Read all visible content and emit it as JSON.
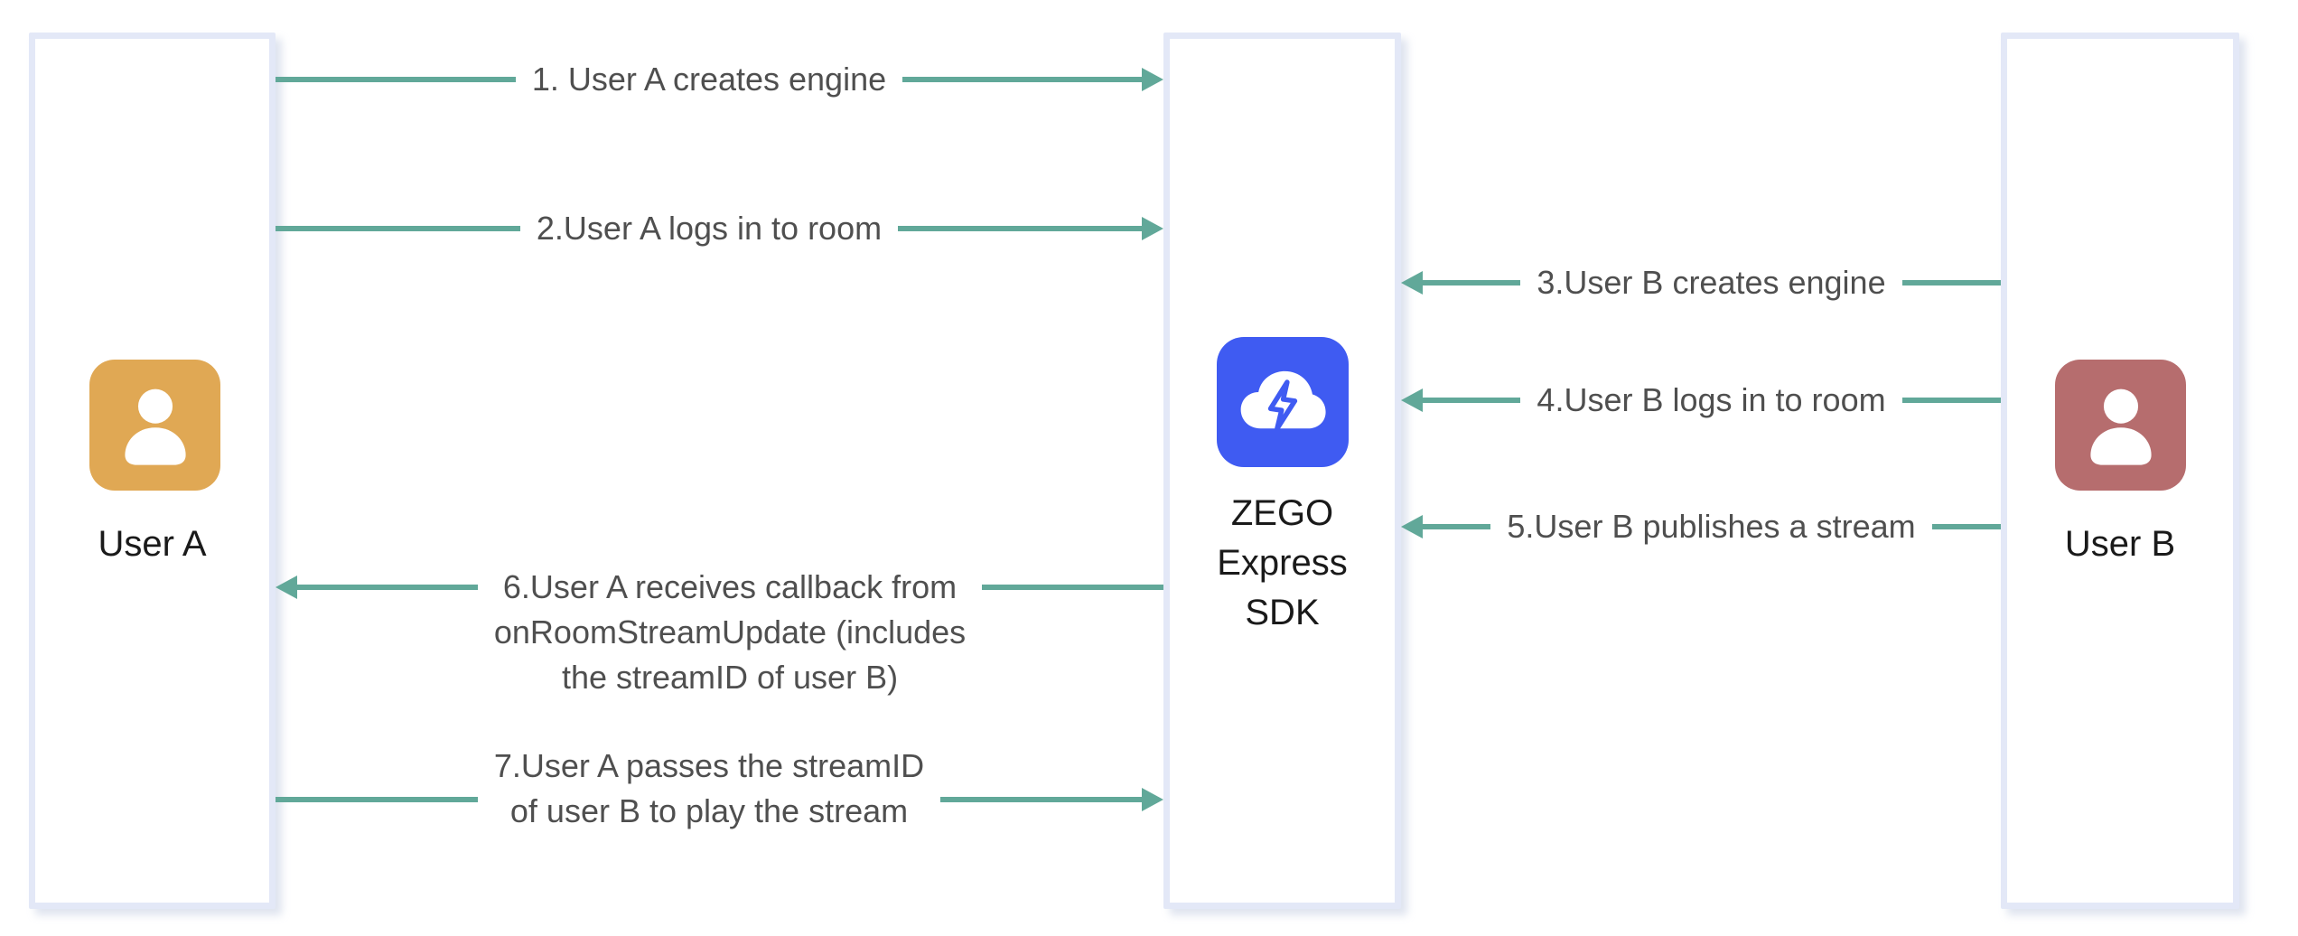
{
  "colors": {
    "arrow": "#61a899",
    "box_border": "#e3e8f7",
    "box_fill": "#ffffff",
    "message_text": "#4f4f4f",
    "actor_text": "#1a1a1a",
    "user_a_avatar_bg": "#e0a854",
    "user_b_avatar_bg": "#b66d6e",
    "sdk_icon_bg": "#3f5bf2",
    "icon_glyph": "#ffffff"
  },
  "actors": [
    {
      "id": "user-a",
      "label": "User A",
      "icon": "person-icon"
    },
    {
      "id": "zego-express-sdk",
      "label": "ZEGO Express SDK",
      "icon": "cloud-bolt-icon",
      "label_lines": [
        "ZEGO",
        "Express",
        "SDK"
      ]
    },
    {
      "id": "user-b",
      "label": "User B",
      "icon": "person-icon"
    }
  ],
  "messages": [
    {
      "num": 1,
      "from": "user-a",
      "to": "zego-express-sdk",
      "direction": "right",
      "lines": [
        "1. User A creates engine"
      ]
    },
    {
      "num": 2,
      "from": "user-a",
      "to": "zego-express-sdk",
      "direction": "right",
      "lines": [
        "2.User A logs in to room"
      ]
    },
    {
      "num": 3,
      "from": "user-b",
      "to": "zego-express-sdk",
      "direction": "left",
      "lines": [
        "3.User B creates engine"
      ]
    },
    {
      "num": 4,
      "from": "user-b",
      "to": "zego-express-sdk",
      "direction": "left",
      "lines": [
        "4.User B logs in to room"
      ]
    },
    {
      "num": 5,
      "from": "user-b",
      "to": "zego-express-sdk",
      "direction": "left",
      "lines": [
        "5.User B publishes a stream"
      ]
    },
    {
      "num": 6,
      "from": "zego-express-sdk",
      "to": "user-a",
      "direction": "left",
      "lines": [
        "6.User A receives callback from",
        "onRoomStreamUpdate (includes",
        "the streamID of user B)"
      ]
    },
    {
      "num": 7,
      "from": "user-a",
      "to": "zego-express-sdk",
      "direction": "right",
      "lines": [
        "7.User A passes the streamID",
        "of user B to play the stream"
      ]
    }
  ]
}
